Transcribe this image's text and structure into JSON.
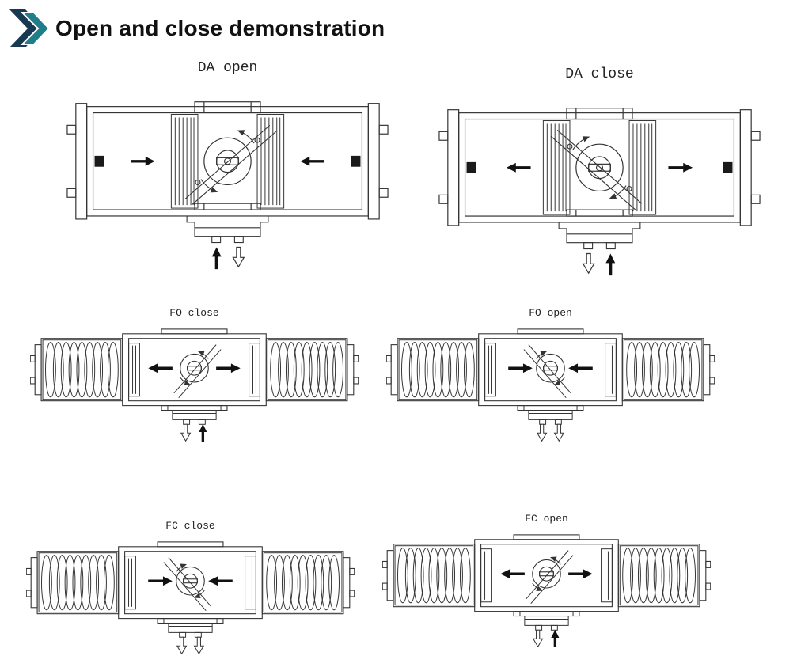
{
  "header": {
    "title": "Open and close demonstration",
    "icon": "double-chevron-right-icon"
  },
  "diagrams": [
    {
      "id": "da-open",
      "label": "DA open",
      "actuator": "double-acting",
      "state": "open",
      "piston_motion": "inward",
      "bottom_arrows": [
        "filled-up",
        "hollow-down"
      ]
    },
    {
      "id": "da-close",
      "label": "DA close",
      "actuator": "double-acting",
      "state": "close",
      "piston_motion": "outward",
      "bottom_arrows": [
        "hollow-down",
        "filled-up"
      ]
    },
    {
      "id": "fo-close",
      "label": "FO close",
      "actuator": "spring-return",
      "state": "close",
      "piston_motion": "outward",
      "bottom_arrows": [
        "hollow-down",
        "filled-up"
      ]
    },
    {
      "id": "fo-open",
      "label": "FO open",
      "actuator": "spring-return",
      "state": "open",
      "piston_motion": "inward",
      "bottom_arrows": [
        "hollow-down",
        "hollow-down"
      ]
    },
    {
      "id": "fc-close",
      "label": "FC close",
      "actuator": "spring-return",
      "state": "close",
      "piston_motion": "inward",
      "bottom_arrows": [
        "hollow-down",
        "hollow-down"
      ]
    },
    {
      "id": "fc-open",
      "label": "FC open",
      "actuator": "spring-return",
      "state": "open",
      "piston_motion": "outward",
      "bottom_arrows": [
        "hollow-down",
        "filled-up"
      ]
    }
  ],
  "colors": {
    "chevron_navy": "#173a52",
    "chevron_teal": "#1f7e8c",
    "line": "#333333",
    "title": "#111111"
  }
}
